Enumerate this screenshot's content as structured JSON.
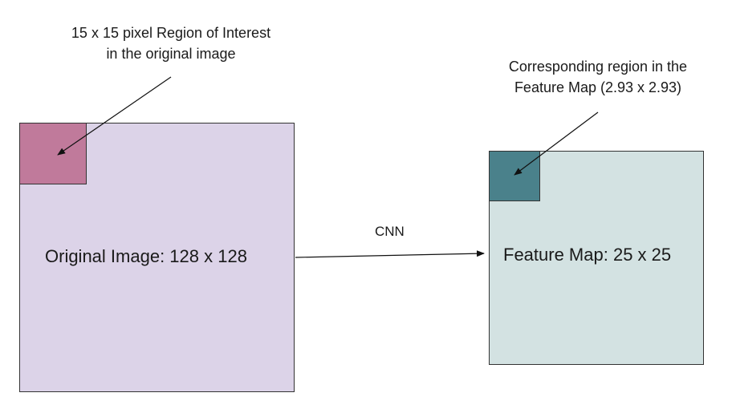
{
  "colors": {
    "original_image_fill": "#dcd3e8",
    "roi_fill": "#c07a9b",
    "feature_map_fill": "#d3e2e2",
    "corresponding_region_fill": "#4a818b",
    "arrow": "#111111"
  },
  "original_image": {
    "label": "Original Image: 128 x 128"
  },
  "region_of_interest": {
    "note_line1": "15 x 15 pixel Region of Interest",
    "note_line2": "in the original image"
  },
  "cnn_arrow": {
    "label": "CNN"
  },
  "feature_map": {
    "label": "Feature Map: 25 x 25"
  },
  "corresponding_region": {
    "note_line1": "Corresponding region in the",
    "note_line2": "Feature Map (2.93 x 2.93)"
  }
}
